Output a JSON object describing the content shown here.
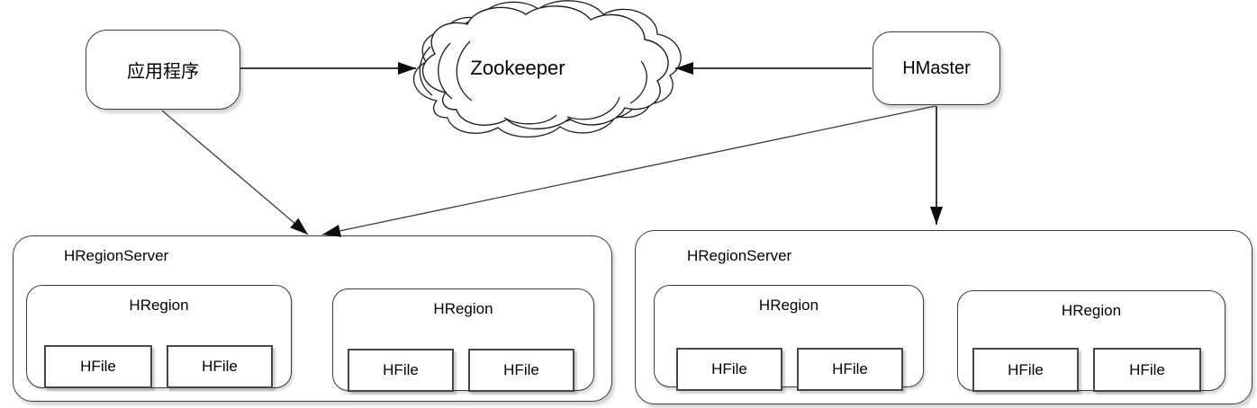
{
  "nodes": {
    "application": {
      "label": "应用程序"
    },
    "zookeeper": {
      "label": "Zookeeper",
      "shape": "cloud"
    },
    "hmaster": {
      "label": "HMaster"
    },
    "servers": [
      {
        "label": "HRegionServer",
        "regions": [
          {
            "label": "HRegion",
            "files": [
              "HFile",
              "HFile"
            ]
          },
          {
            "label": "HRegion",
            "files": [
              "HFile",
              "HFile"
            ]
          }
        ]
      },
      {
        "label": "HRegionServer",
        "regions": [
          {
            "label": "HRegion",
            "files": [
              "HFile",
              "HFile"
            ]
          },
          {
            "label": "HRegion",
            "files": [
              "HFile",
              "HFile"
            ]
          }
        ]
      }
    ]
  },
  "edges": [
    {
      "from": "application",
      "to": "zookeeper",
      "arrow": "to"
    },
    {
      "from": "hmaster",
      "to": "zookeeper",
      "arrow": "to"
    },
    {
      "from": "application",
      "to": "hregionserver-1",
      "arrow": "to"
    },
    {
      "from": "hmaster",
      "to": "hregionserver-1",
      "arrow": "to"
    },
    {
      "from": "hmaster",
      "to": "hregionserver-2",
      "arrow": "to"
    }
  ],
  "colors": {
    "background": "#ffffff",
    "box_fill": "#ffffff",
    "box_stroke": "#3c3c3c",
    "edge_stroke": "#3d3d3d",
    "arrowhead": "#0d0d0d",
    "text": "#000000",
    "shadow": "rgba(0,0,0,0.16)"
  }
}
